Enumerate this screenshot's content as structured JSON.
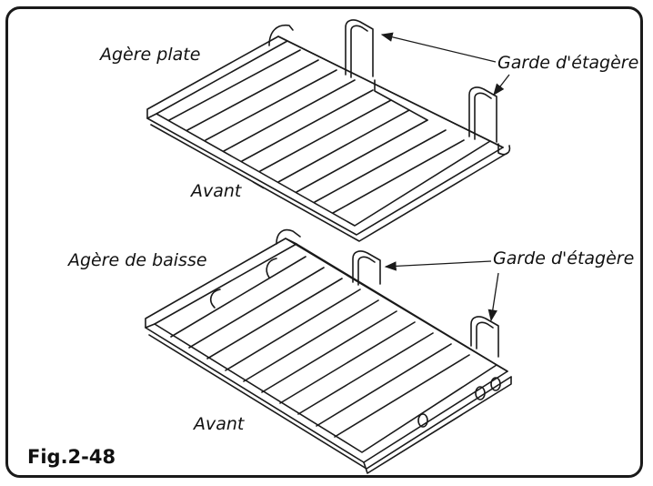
{
  "labels": {
    "top_shelf": "Agère plate",
    "top_guard": "Garde d'étagère",
    "top_front": "Avant",
    "bottom_shelf": "Agère de baisse",
    "bottom_guard": "Garde d'étagère",
    "bottom_front": "Avant",
    "figure": "Fig.2-48"
  },
  "colors": {
    "line": "#1a1a1a",
    "background": "#ffffff"
  },
  "icons": [
    "flat-shelf-rack-drawing",
    "drop-shelf-rack-drawing",
    "arrow"
  ]
}
